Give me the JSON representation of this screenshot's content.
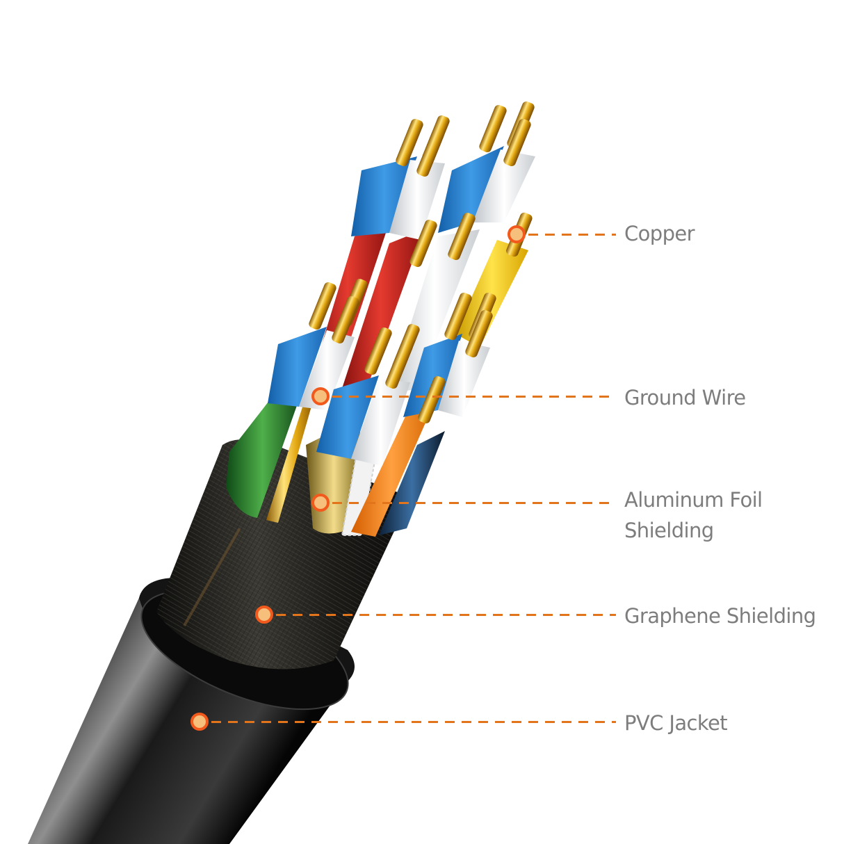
{
  "diagram": {
    "type": "cable-cross-section",
    "subject": "Multi-core shielded cable",
    "accent_color": "#e2741c",
    "dot_color": "#f2591c",
    "label_color": "#7d7d7d",
    "background": "#ffffff",
    "callouts": [
      {
        "id": "copper",
        "label": "Copper",
        "line1": "Copper",
        "line2": ""
      },
      {
        "id": "ground-wire",
        "label": "Ground Wire",
        "line1": "Ground Wire",
        "line2": ""
      },
      {
        "id": "aluminum-foil",
        "label": "Aluminum Foil Shielding",
        "line1": "Aluminum Foil",
        "line2": "Shielding"
      },
      {
        "id": "graphene",
        "label": "Graphene Shielding",
        "line1": "Graphene Shielding",
        "line2": ""
      },
      {
        "id": "pvc-jacket",
        "label": "PVC Jacket",
        "line1": "PVC Jacket",
        "line2": ""
      }
    ],
    "wire_colors": {
      "conductor": "#e3b320",
      "blue_insulation": "#2f86d6",
      "white_insulation": "#e9ecef",
      "red_insulation": "#c9221e",
      "yellow_insulation": "#f0cc17",
      "orange_insulation": "#f28a1a",
      "green_foil": "#2f8a3a",
      "jacket": "#111111",
      "braid": "#2b2a27"
    }
  }
}
